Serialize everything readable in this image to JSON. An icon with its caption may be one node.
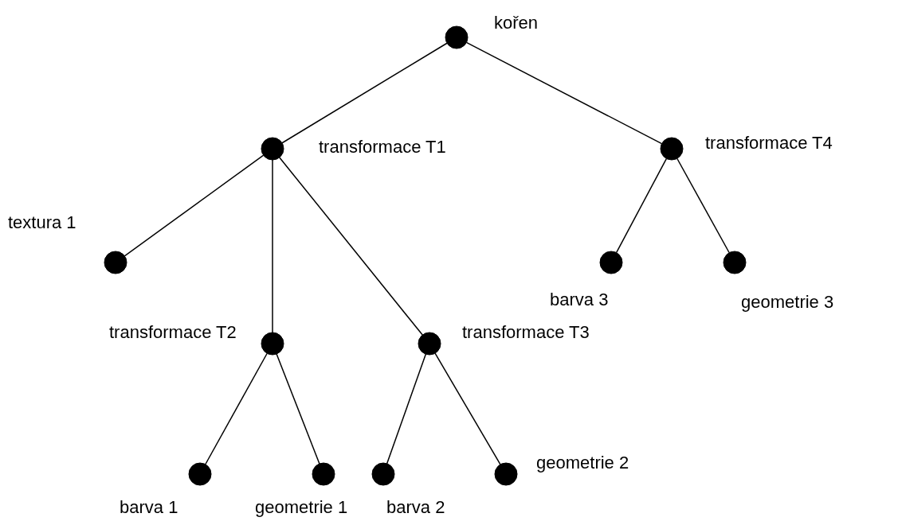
{
  "diagram": {
    "nodes": [
      {
        "text": [],
        "shape": "circle",
        "beside": [
          "kořen"
        ]
      },
      {
        "text": [],
        "shape": "circle",
        "beside": [
          "transformace T1"
        ]
      },
      {
        "text": [],
        "shape": "circle",
        "beside": [
          "transformace T4"
        ]
      },
      {
        "text": [],
        "shape": "circle",
        "beside": [
          "textura 1"
        ]
      },
      {
        "text": [],
        "shape": "circle",
        "beside": [
          "barva 3"
        ]
      },
      {
        "text": [],
        "shape": "circle",
        "beside": [
          "geometrie 3"
        ]
      },
      {
        "text": [],
        "shape": "circle",
        "beside": [
          "transformace T2"
        ]
      },
      {
        "text": [],
        "shape": "circle",
        "beside": [
          "transformace T3"
        ]
      },
      {
        "text": [],
        "shape": "circle",
        "beside": [
          "barva 1"
        ]
      },
      {
        "text": [],
        "shape": "circle",
        "beside": [
          "geometrie 1"
        ]
      },
      {
        "text": [],
        "shape": "circle",
        "beside": [
          "barva 2"
        ]
      },
      {
        "text": [],
        "shape": "circle",
        "beside": [
          "geometrie 2"
        ]
      }
    ],
    "edges": [
      {
        "from": 0,
        "to": 1,
        "arrow": "none"
      },
      {
        "from": 0,
        "to": 2,
        "arrow": "none"
      },
      {
        "from": 1,
        "to": 3,
        "arrow": "none"
      },
      {
        "from": 1,
        "to": 6,
        "arrow": "none"
      },
      {
        "from": 1,
        "to": 7,
        "arrow": "none"
      },
      {
        "from": 2,
        "to": 4,
        "arrow": "none"
      },
      {
        "from": 2,
        "to": 5,
        "arrow": "none"
      },
      {
        "from": 6,
        "to": 8,
        "arrow": "none"
      },
      {
        "from": 6,
        "to": 9,
        "arrow": "none"
      },
      {
        "from": 7,
        "to": 10,
        "arrow": "none"
      },
      {
        "from": 7,
        "to": 11,
        "arrow": "none"
      }
    ]
  }
}
